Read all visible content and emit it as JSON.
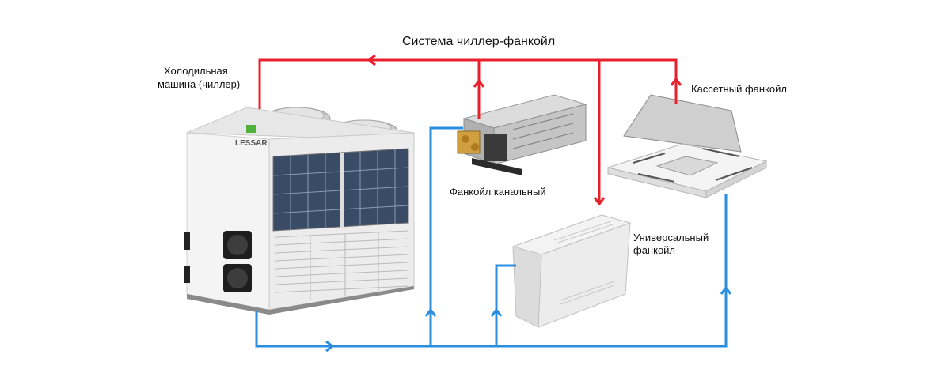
{
  "title": "Система чиллер-фанкойл",
  "labels": {
    "chiller_line1": "Холодильная",
    "chiller_line2": "машина (чиллер)",
    "cassette": "Кассетный фанкойл",
    "duct": "Фанкойл канальный",
    "universal_line1": "Универсальный",
    "universal_line2": "фанкойл"
  },
  "chiller": {
    "brand": "LESSAR"
  },
  "colors": {
    "supply_line": "#e8202c",
    "return_line": "#2a8fe0",
    "unit_body": "#f1f1f1",
    "text": "#111111"
  }
}
